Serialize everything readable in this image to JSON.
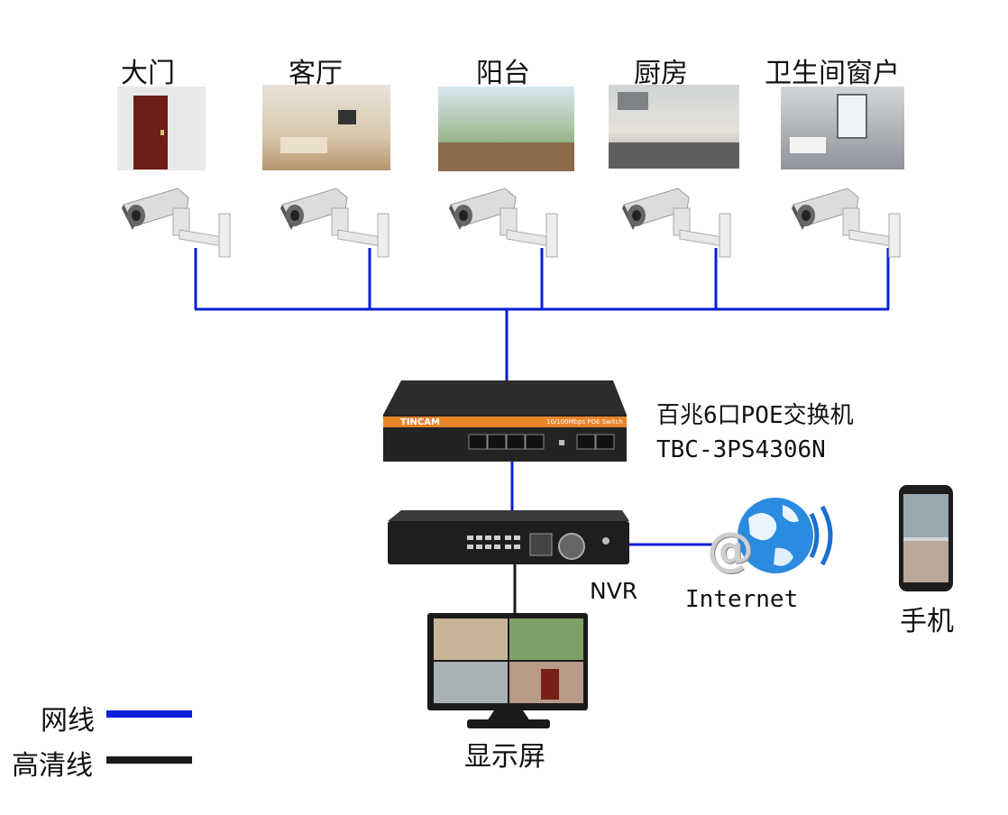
{
  "rooms": [
    {
      "label": "大门"
    },
    {
      "label": "客厅"
    },
    {
      "label": "阳台"
    },
    {
      "label": "厨房"
    },
    {
      "label": "卫生间窗户"
    }
  ],
  "switch": {
    "brand": "TINCAM",
    "panel_text": "10/100Mbps POE Switch",
    "name": "百兆6口POE交换机",
    "model": "TBC-3PS4306N"
  },
  "nvr": {
    "label": "NVR"
  },
  "internet": {
    "label": "Internet",
    "symbol": "@"
  },
  "phone": {
    "label": "手机"
  },
  "monitor": {
    "label": "显示屏"
  },
  "legend": [
    {
      "label": "网线",
      "color": "#0a1fd6"
    },
    {
      "label": "高清线",
      "color": "#1a1a1a"
    }
  ],
  "colors": {
    "network": "#0a1fd6",
    "hdmi": "#1a1a1a",
    "switch_stripe": "#e8842a"
  }
}
